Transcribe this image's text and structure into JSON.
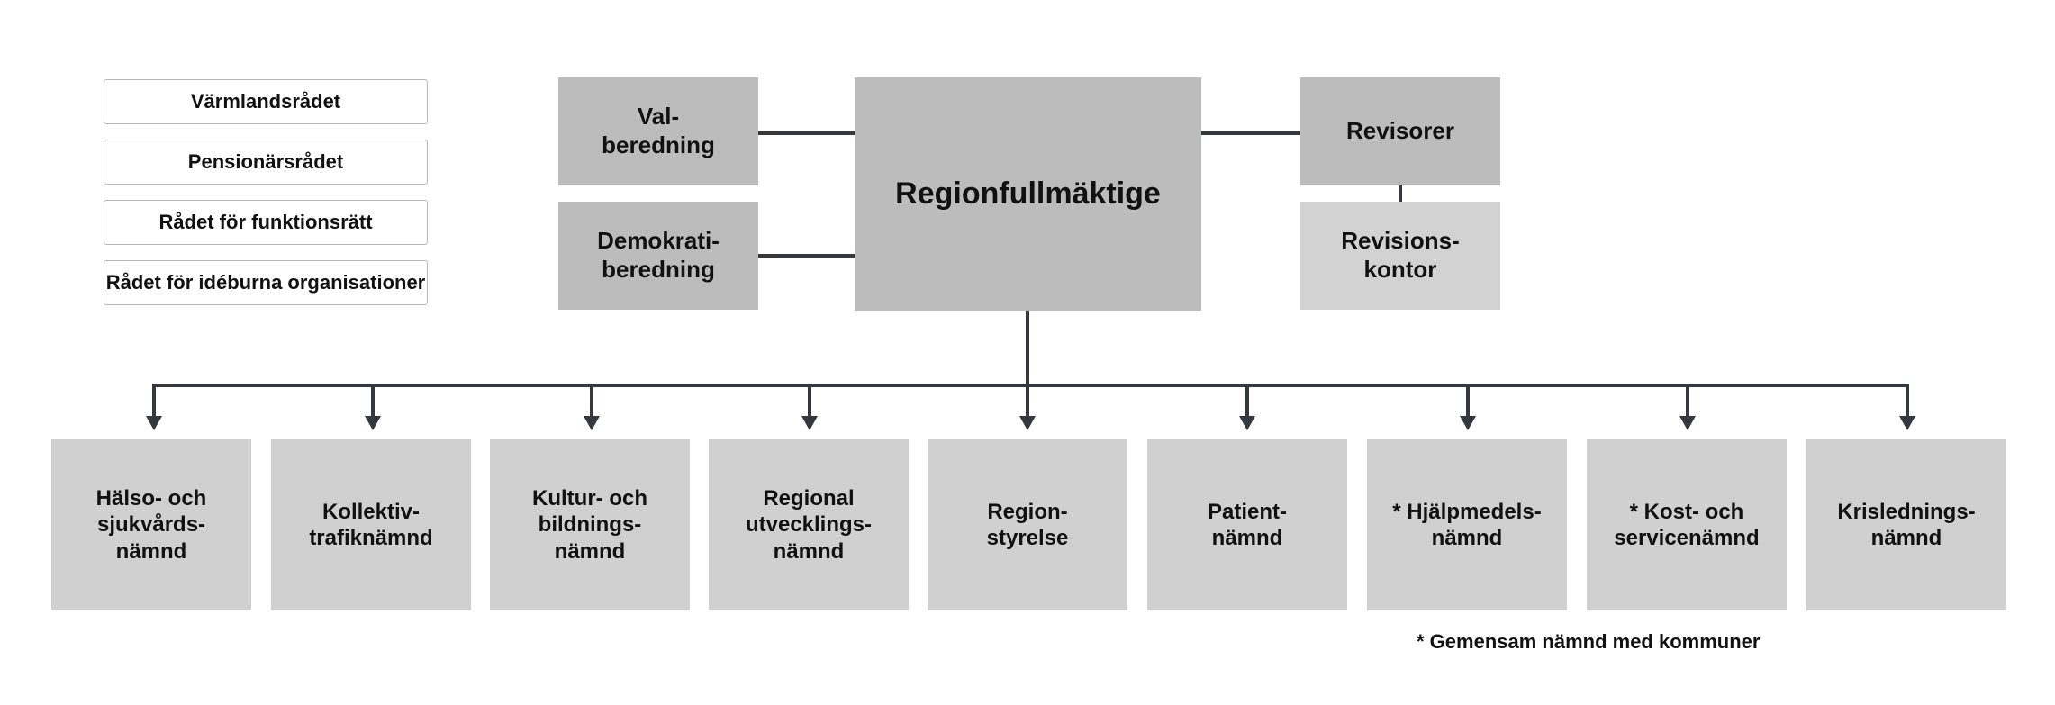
{
  "councils": [
    {
      "label": "Värmlandsrådet"
    },
    {
      "label": "Pensionärsrådet"
    },
    {
      "label": "Rådet för funktionsrätt"
    },
    {
      "label": "Rådet för idéburna organisationer"
    }
  ],
  "committees": [
    {
      "label": "Val-\nberedning"
    },
    {
      "label": "Demokrati-\nberedning"
    }
  ],
  "central": {
    "label": "Regionfullmäktige"
  },
  "audit": {
    "auditors_label": "Revisorer",
    "office_label": "Revisions-\nkontor"
  },
  "units": [
    {
      "label": "Hälso- och\nsjukvårds-\nnämnd"
    },
    {
      "label": "Kollektiv-\ntrafiknämnd"
    },
    {
      "label": "Kultur- och\nbildnings-\nnämnd"
    },
    {
      "label": "Regional\nutvecklings-\nnämnd"
    },
    {
      "label": "Region-\nstyrelse"
    },
    {
      "label": "Patient-\nnämnd"
    },
    {
      "label": "* Hjälpmedels-\nnämnd"
    },
    {
      "label": "* Kost- och\nservicenämnd"
    },
    {
      "label": "Krislednings-\nnämnd"
    }
  ],
  "footnote": {
    "text": "* Gemensam nämnd med kommuner"
  },
  "colors": {
    "box_dark": "#bcbcbc",
    "box_light": "#d2d2d2",
    "box_unit": "#d0d0d0",
    "line": "#35383f",
    "outline_border": "#b9b9b9",
    "text": "#111111",
    "background": "#ffffff"
  }
}
